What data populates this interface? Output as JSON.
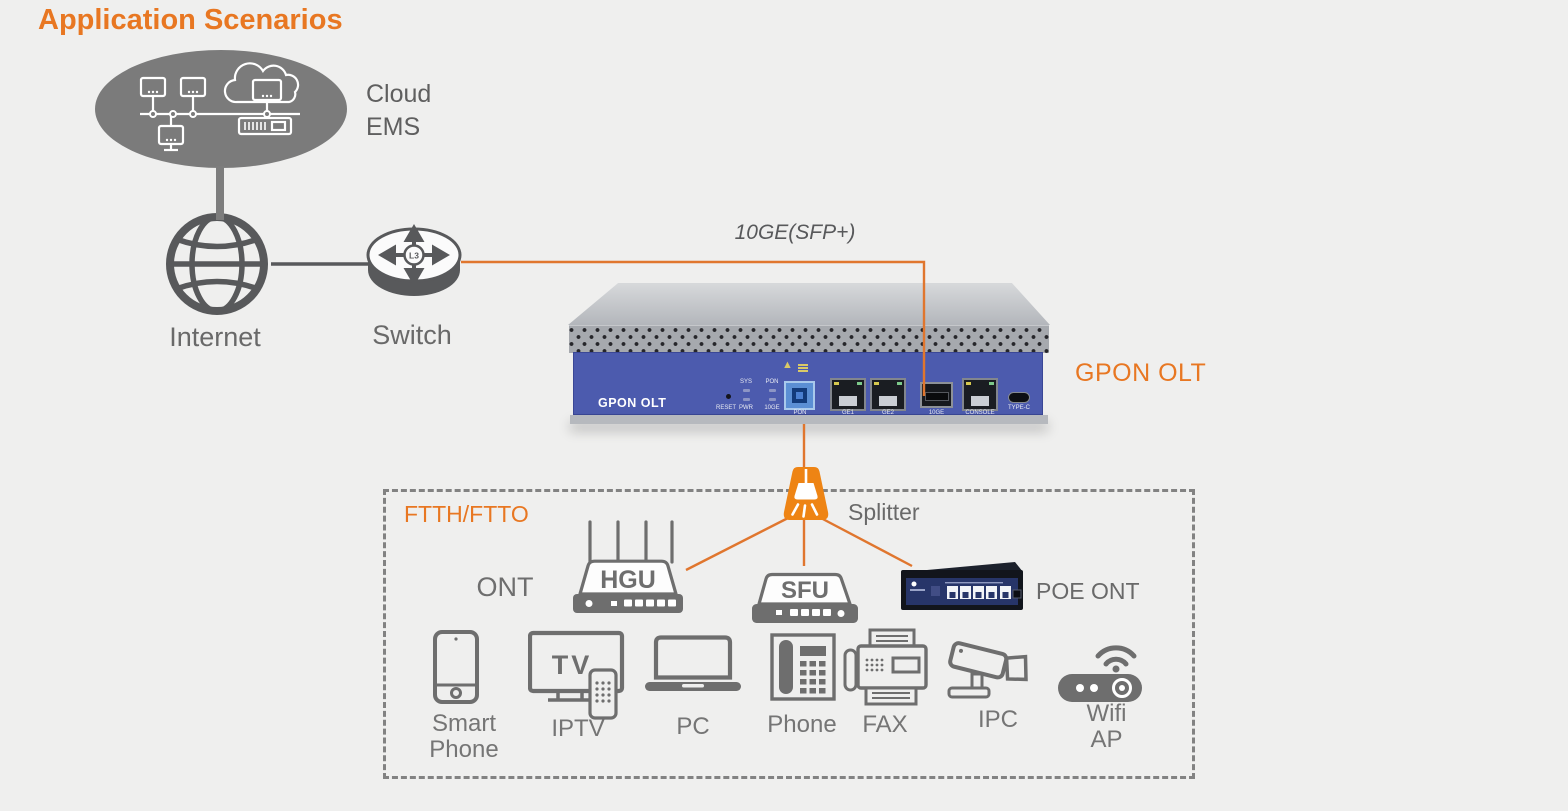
{
  "page": {
    "title": "Application Scenarios"
  },
  "colors": {
    "accent_orange": "#E87722",
    "wire_orange": "#E0762E",
    "shape_gray": "#7B7B7B",
    "dark_gray": "#58595B",
    "label_gray": "#6E6E6E",
    "olt_panel_blue": "#4C5BAE",
    "splitter_orange": "#EE8414",
    "poe_front_navy": "#273569",
    "background": "#EFEFEE"
  },
  "cloud_ems": {
    "lines": [
      "Cloud",
      "EMS"
    ]
  },
  "internet": {
    "label": "Internet"
  },
  "switch_node": {
    "label": "Switch",
    "chip": "L3"
  },
  "uplink": {
    "label": "10GE(SFP+)"
  },
  "olt": {
    "callout": "GPON OLT",
    "front_text": "GPON OLT",
    "reset_label": "RESET",
    "leds": {
      "sys": "SYS",
      "pon": "PON",
      "pwr": "PWR",
      "tenge": "10GE"
    },
    "ports": {
      "pon": "PON",
      "ge1": "GE1",
      "ge2": "GE2",
      "tenge": "10GE",
      "console": "CONSOLE",
      "typec": "TYPE-C"
    }
  },
  "splitter": {
    "label": "Splitter"
  },
  "ftth_zone": {
    "title": "FTTH/FTTO",
    "ont_label": "ONT",
    "hgu_label": "HGU",
    "sfu_label": "SFU",
    "poe_ont_label": "POE ONT",
    "endpoints": [
      {
        "name": "smart-phone",
        "lines": [
          "Smart",
          "Phone"
        ]
      },
      {
        "name": "iptv",
        "lines": [
          "IPTV"
        ],
        "screen_text": "TV"
      },
      {
        "name": "pc",
        "lines": [
          "PC"
        ]
      },
      {
        "name": "phone",
        "lines": [
          "Phone"
        ]
      },
      {
        "name": "fax",
        "lines": [
          "FAX"
        ]
      },
      {
        "name": "ipc",
        "lines": [
          "IPC"
        ]
      },
      {
        "name": "wifi-ap",
        "lines": [
          "Wifi",
          "AP"
        ]
      }
    ]
  }
}
